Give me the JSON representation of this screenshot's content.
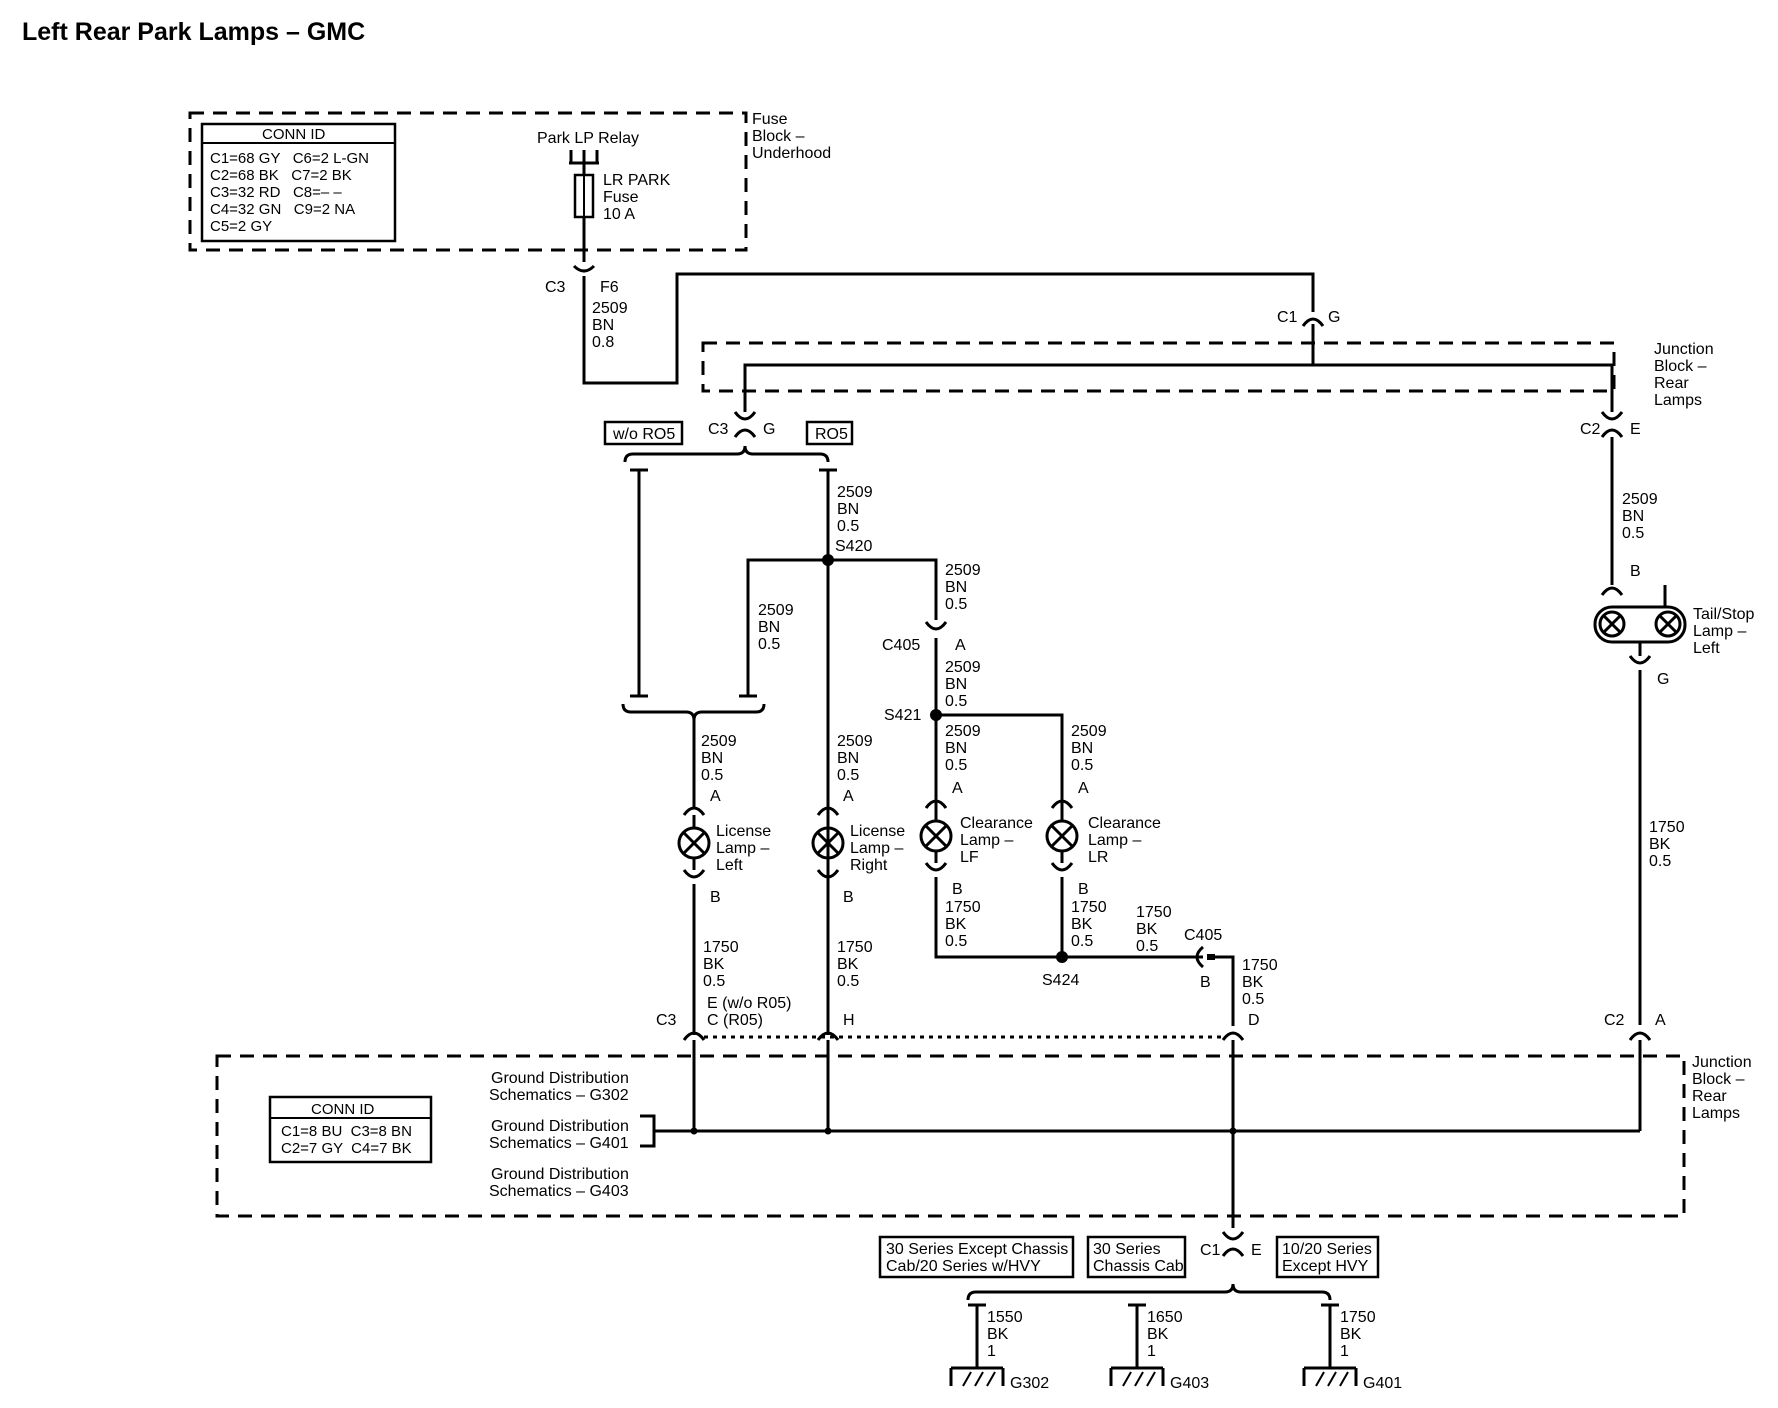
{
  "title": "Left Rear Park Lamps – GMC",
  "fuse_block": {
    "label_lines": [
      "Fuse",
      "Block –",
      "Underhood"
    ],
    "conn_id_title": "CONN ID",
    "conn_id_rows": [
      "C1=68 GY   C6=2 L-GN",
      "C2=68 BK   C7=2 BK",
      "C3=32 RD   C8=– –",
      "C4=32 GN   C9=2 NA",
      "C5=2 GY"
    ],
    "relay": "Park LP Relay",
    "fuse_lines": [
      "LR PARK",
      "Fuse",
      "10 A"
    ],
    "connector": "C3",
    "pin": "F6"
  },
  "junction_block_top": {
    "label_lines": [
      "Junction",
      "Block –",
      "Rear",
      "Lamps"
    ],
    "c1": "C1",
    "c1_pin": "G",
    "c3": "C3",
    "c3_pin": "G",
    "c2": "C2",
    "c2_pin": "E"
  },
  "junction_block_bottom": {
    "label_lines": [
      "Junction",
      "Block –",
      "Rear",
      "Lamps"
    ],
    "conn_id_title": "CONN ID",
    "conn_id_rows": [
      "C1=8 BU  C3=8 BN",
      "C2=7 GY  C4=7 BK"
    ],
    "ground_refs": [
      [
        "Ground Distribution",
        "Schematics – G302"
      ],
      [
        "Ground Distribution",
        "Schematics – G401"
      ],
      [
        "Ground Distribution",
        "Schematics – G403"
      ]
    ],
    "c3": "C3",
    "c3_pin_e": "E (w/o R05)",
    "c3_pin_c": "C (R05)",
    "pin_h": "H",
    "pin_d": "D",
    "c2": "C2",
    "c2_pin": "A",
    "c1": "C1",
    "c1_pin": "E"
  },
  "options": {
    "without": "w/o RO5",
    "with": "RO5"
  },
  "wires": {
    "fuse_out": [
      "2509",
      "BN",
      "0.8"
    ],
    "bn05": [
      "2509",
      "BN",
      "0.5"
    ],
    "bk05": [
      "1750",
      "BK",
      "0.5"
    ]
  },
  "splices": {
    "s420": "S420",
    "s421": "S421",
    "s424": "S424"
  },
  "c405": {
    "name": "C405",
    "pin_a": "A",
    "pin_b": "B"
  },
  "lamps": {
    "license_left": [
      "License",
      "Lamp –",
      "Left"
    ],
    "license_right": [
      "License",
      "Lamp –",
      "Right"
    ],
    "clearance_lf": [
      "Clearance",
      "Lamp –",
      "LF"
    ],
    "clearance_lr": [
      "Clearance",
      "Lamp –",
      "LR"
    ],
    "tail_stop": [
      "Tail/Stop",
      "Lamp –",
      "Left"
    ],
    "pin_a": "A",
    "pin_b": "B",
    "tail_pin_b": "B",
    "tail_pin_g": "G"
  },
  "ground_options": [
    [
      "30 Series Except Chassis",
      "Cab/20 Series w/HVY"
    ],
    [
      "30 Series",
      "Chassis Cab"
    ],
    [
      "10/20 Series",
      "Except HVY"
    ]
  ],
  "grounds": [
    {
      "wire": [
        "1550",
        "BK",
        "1"
      ],
      "name": "G302"
    },
    {
      "wire": [
        "1650",
        "BK",
        "1"
      ],
      "name": "G403"
    },
    {
      "wire": [
        "1750",
        "BK",
        "1"
      ],
      "name": "G401"
    }
  ]
}
